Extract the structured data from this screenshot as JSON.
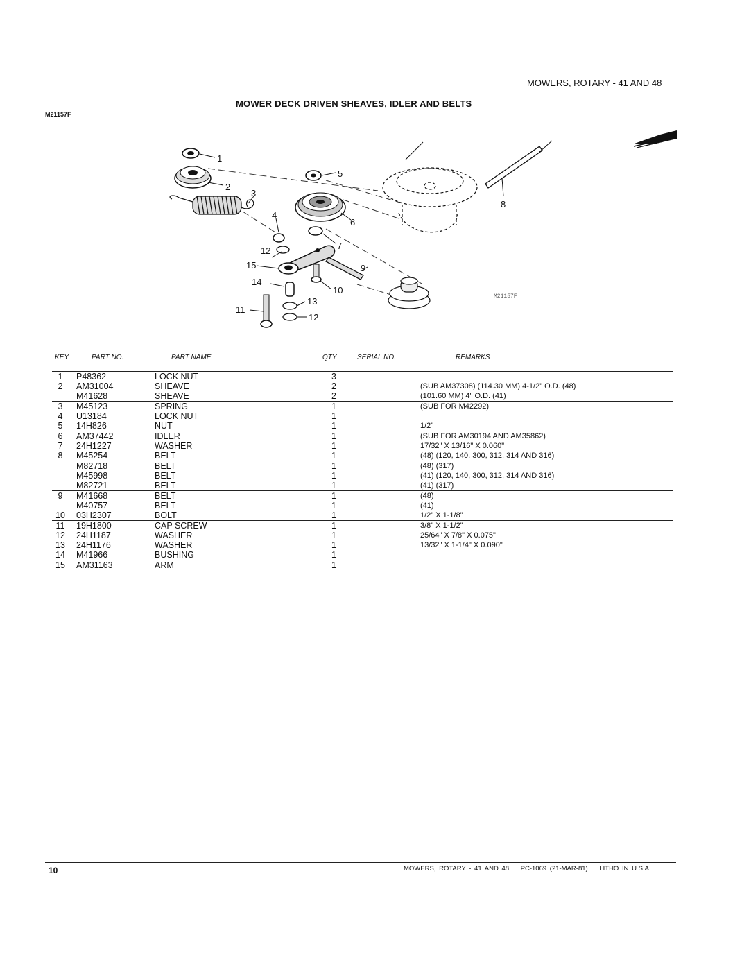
{
  "header": {
    "section": "MOWERS, ROTARY - 41 AND 48",
    "figure_code": "M21157F",
    "title": "MOWER DECK DRIVEN SHEAVES, IDLER AND BELTS"
  },
  "diagram": {
    "callouts": [
      "1",
      "2",
      "3",
      "4",
      "5",
      "6",
      "7",
      "8",
      "9",
      "10",
      "11",
      "12",
      "13",
      "14",
      "15",
      "12"
    ],
    "stamp": "M21157F"
  },
  "columns": {
    "key": "KEY",
    "part_no": "PART NO.",
    "part_name": "PART NAME",
    "qty": "QTY",
    "serial_no": "SERIAL NO.",
    "remarks": "REMARKS"
  },
  "rows": [
    {
      "key": "1",
      "part": "P48362",
      "name": "LOCK NUT",
      "qty": "3",
      "remarks": ""
    },
    {
      "key": "2",
      "part": "AM31004",
      "name": "SHEAVE",
      "qty": "2",
      "remarks": "(SUB AM37308) (114.30 MM) 4-1/2\" O.D. (48)"
    },
    {
      "key": "",
      "part": "M41628",
      "name": "SHEAVE",
      "qty": "2",
      "remarks": "(101.60 MM) 4\" O.D. (41)"
    },
    {
      "key": "3",
      "part": "M45123",
      "name": "SPRING",
      "qty": "1",
      "remarks": "(SUB FOR M42292)"
    },
    {
      "key": "4",
      "part": "U13184",
      "name": "LOCK NUT",
      "qty": "1",
      "remarks": ""
    },
    {
      "key": "5",
      "part": "14H826",
      "name": "NUT",
      "qty": "1",
      "remarks": "1/2\""
    },
    {
      "key": "6",
      "part": "AM37442",
      "name": "IDLER",
      "qty": "1",
      "remarks": "(SUB FOR AM30194 AND AM35862)"
    },
    {
      "key": "7",
      "part": "24H1227",
      "name": "WASHER",
      "qty": "1",
      "remarks": "17/32\" X 13/16\" X 0.060\""
    },
    {
      "key": "8",
      "part": "M45254",
      "name": "BELT",
      "qty": "1",
      "remarks": "(48) (120, 140, 300, 312, 314 AND 316)"
    },
    {
      "key": "",
      "part": "M82718",
      "name": "BELT",
      "qty": "1",
      "remarks": "(48) (317)"
    },
    {
      "key": "",
      "part": "M45998",
      "name": "BELT",
      "qty": "1",
      "remarks": "(41) (120, 140, 300, 312, 314 AND 316)"
    },
    {
      "key": "",
      "part": "M82721",
      "name": "BELT",
      "qty": "1",
      "remarks": "(41) (317)"
    },
    {
      "key": "9",
      "part": "M41668",
      "name": "BELT",
      "qty": "1",
      "remarks": "(48)"
    },
    {
      "key": "",
      "part": "M40757",
      "name": "BELT",
      "qty": "1",
      "remarks": "(41)"
    },
    {
      "key": "10",
      "part": "03H2307",
      "name": "BOLT",
      "qty": "1",
      "remarks": "1/2\" X 1-1/8\""
    },
    {
      "key": "11",
      "part": "19H1800",
      "name": "CAP SCREW",
      "qty": "1",
      "remarks": "3/8\" X 1-1/2\""
    },
    {
      "key": "12",
      "part": "24H1187",
      "name": "WASHER",
      "qty": "1",
      "remarks": "25/64\" X 7/8\" X 0.075\""
    },
    {
      "key": "13",
      "part": "24H1176",
      "name": "WASHER",
      "qty": "1",
      "remarks": "13/32\" X 1-1/4\" X 0.090\""
    },
    {
      "key": "14",
      "part": "M41966",
      "name": "BUSHING",
      "qty": "1",
      "remarks": ""
    },
    {
      "key": "15",
      "part": "AM31163",
      "name": "ARM",
      "qty": "1",
      "remarks": ""
    }
  ],
  "footer": {
    "page": "10",
    "section": "MOWERS, ROTARY - 41 AND 48",
    "catalog": "PC-1069 (21-MAR-81)",
    "print": "LITHO IN U.S.A."
  }
}
